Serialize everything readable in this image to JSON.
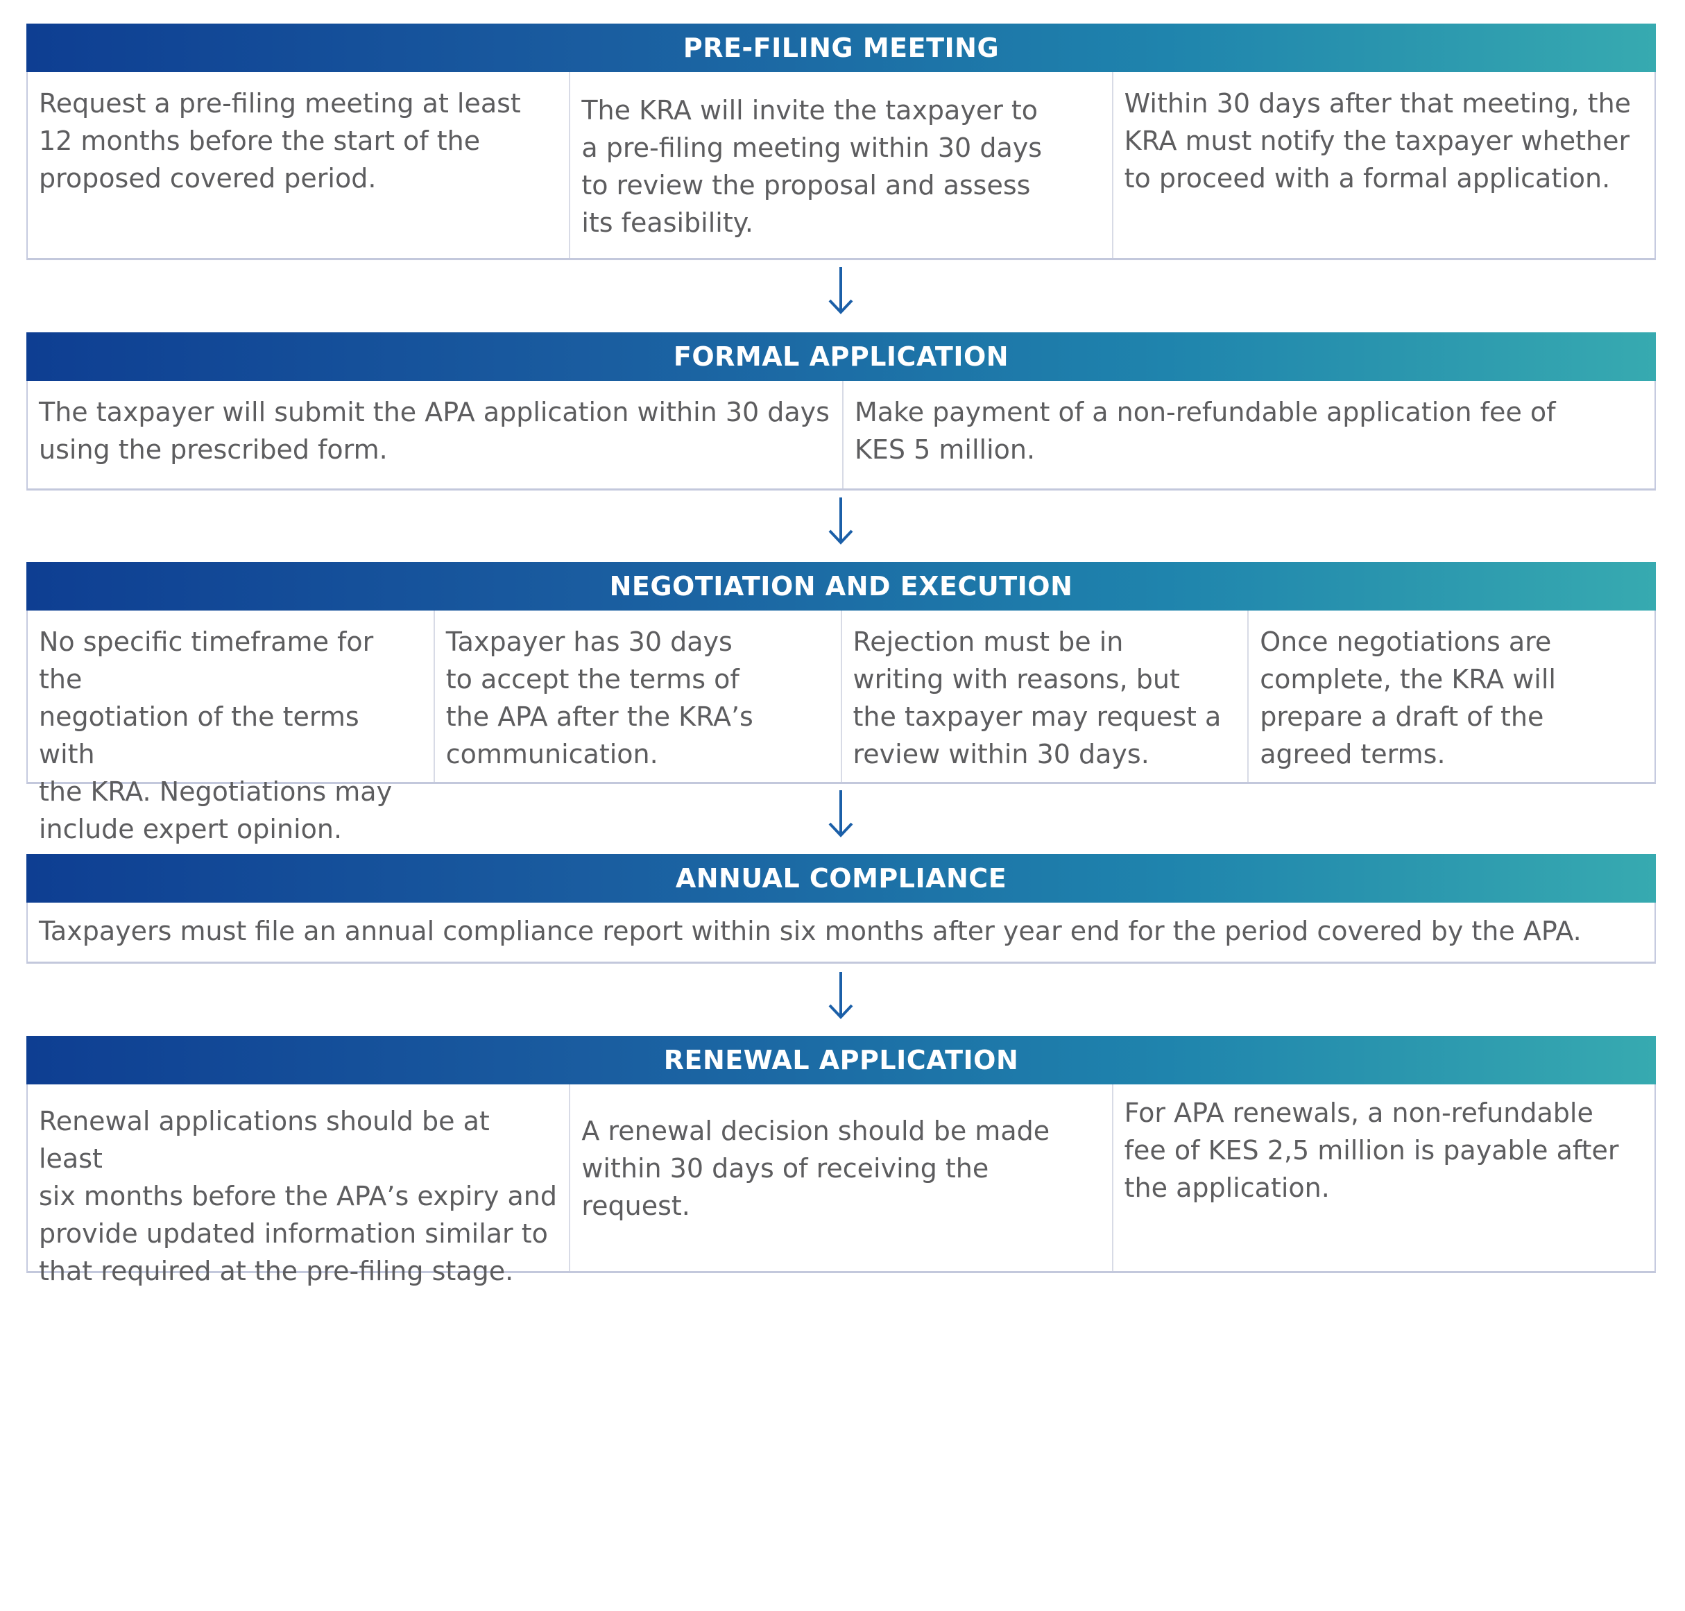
{
  "stages": [
    {
      "title": "PRE-FILING MEETING",
      "cells": [
        "Request a pre-filing meeting at least\n12 months before the start of the\nproposed covered period.",
        "The KRA will invite the taxpayer to\na pre-filing meeting within 30 days\nto review the proposal and assess\nits feasibility.",
        "Within 30 days after that meeting, the\nKRA must notify the taxpayer whether\nto proceed with a formal application."
      ]
    },
    {
      "title": "FORMAL APPLICATION",
      "cells": [
        "The taxpayer will submit the APA application within 30 days\nusing the prescribed form.",
        "Make payment of a non-refundable application fee of\nKES 5 million."
      ]
    },
    {
      "title": "NEGOTIATION AND EXECUTION",
      "cells": [
        "No specific timeframe for the\nnegotiation of the terms with\nthe KRA. Negotiations may\ninclude expert opinion.",
        "Taxpayer has 30 days\nto accept the terms of\nthe APA after the KRA’s\ncommunication.",
        "Rejection must be in\nwriting with reasons, but\nthe taxpayer may request a\nreview within 30 days.",
        "Once negotiations are\ncomplete, the KRA will\nprepare a draft of the\nagreed terms."
      ]
    },
    {
      "title": "ANNUAL COMPLIANCE",
      "cells": [
        "Taxpayers must file an annual compliance report within six months after year end for the period covered by the APA."
      ]
    },
    {
      "title": "RENEWAL APPLICATION",
      "cells": [
        "Renewal applications should be at least\nsix months before the APA’s expiry and\nprovide updated information similar to\nthat required at the pre-filing stage.",
        "A renewal decision should be made\nwithin 30 days of receiving the request.",
        "For APA renewals, a non-refundable\nfee of KES 2,5 million is payable after\nthe application."
      ]
    }
  ],
  "colors": {
    "header_gradient_start": "#0e3e92",
    "header_gradient_end": "#37aab0",
    "arrow": "#1b5fa8",
    "body_text": "#5d5d5f",
    "border": "#c6cbe0"
  },
  "icons": {
    "connector": "down-arrow-icon"
  }
}
